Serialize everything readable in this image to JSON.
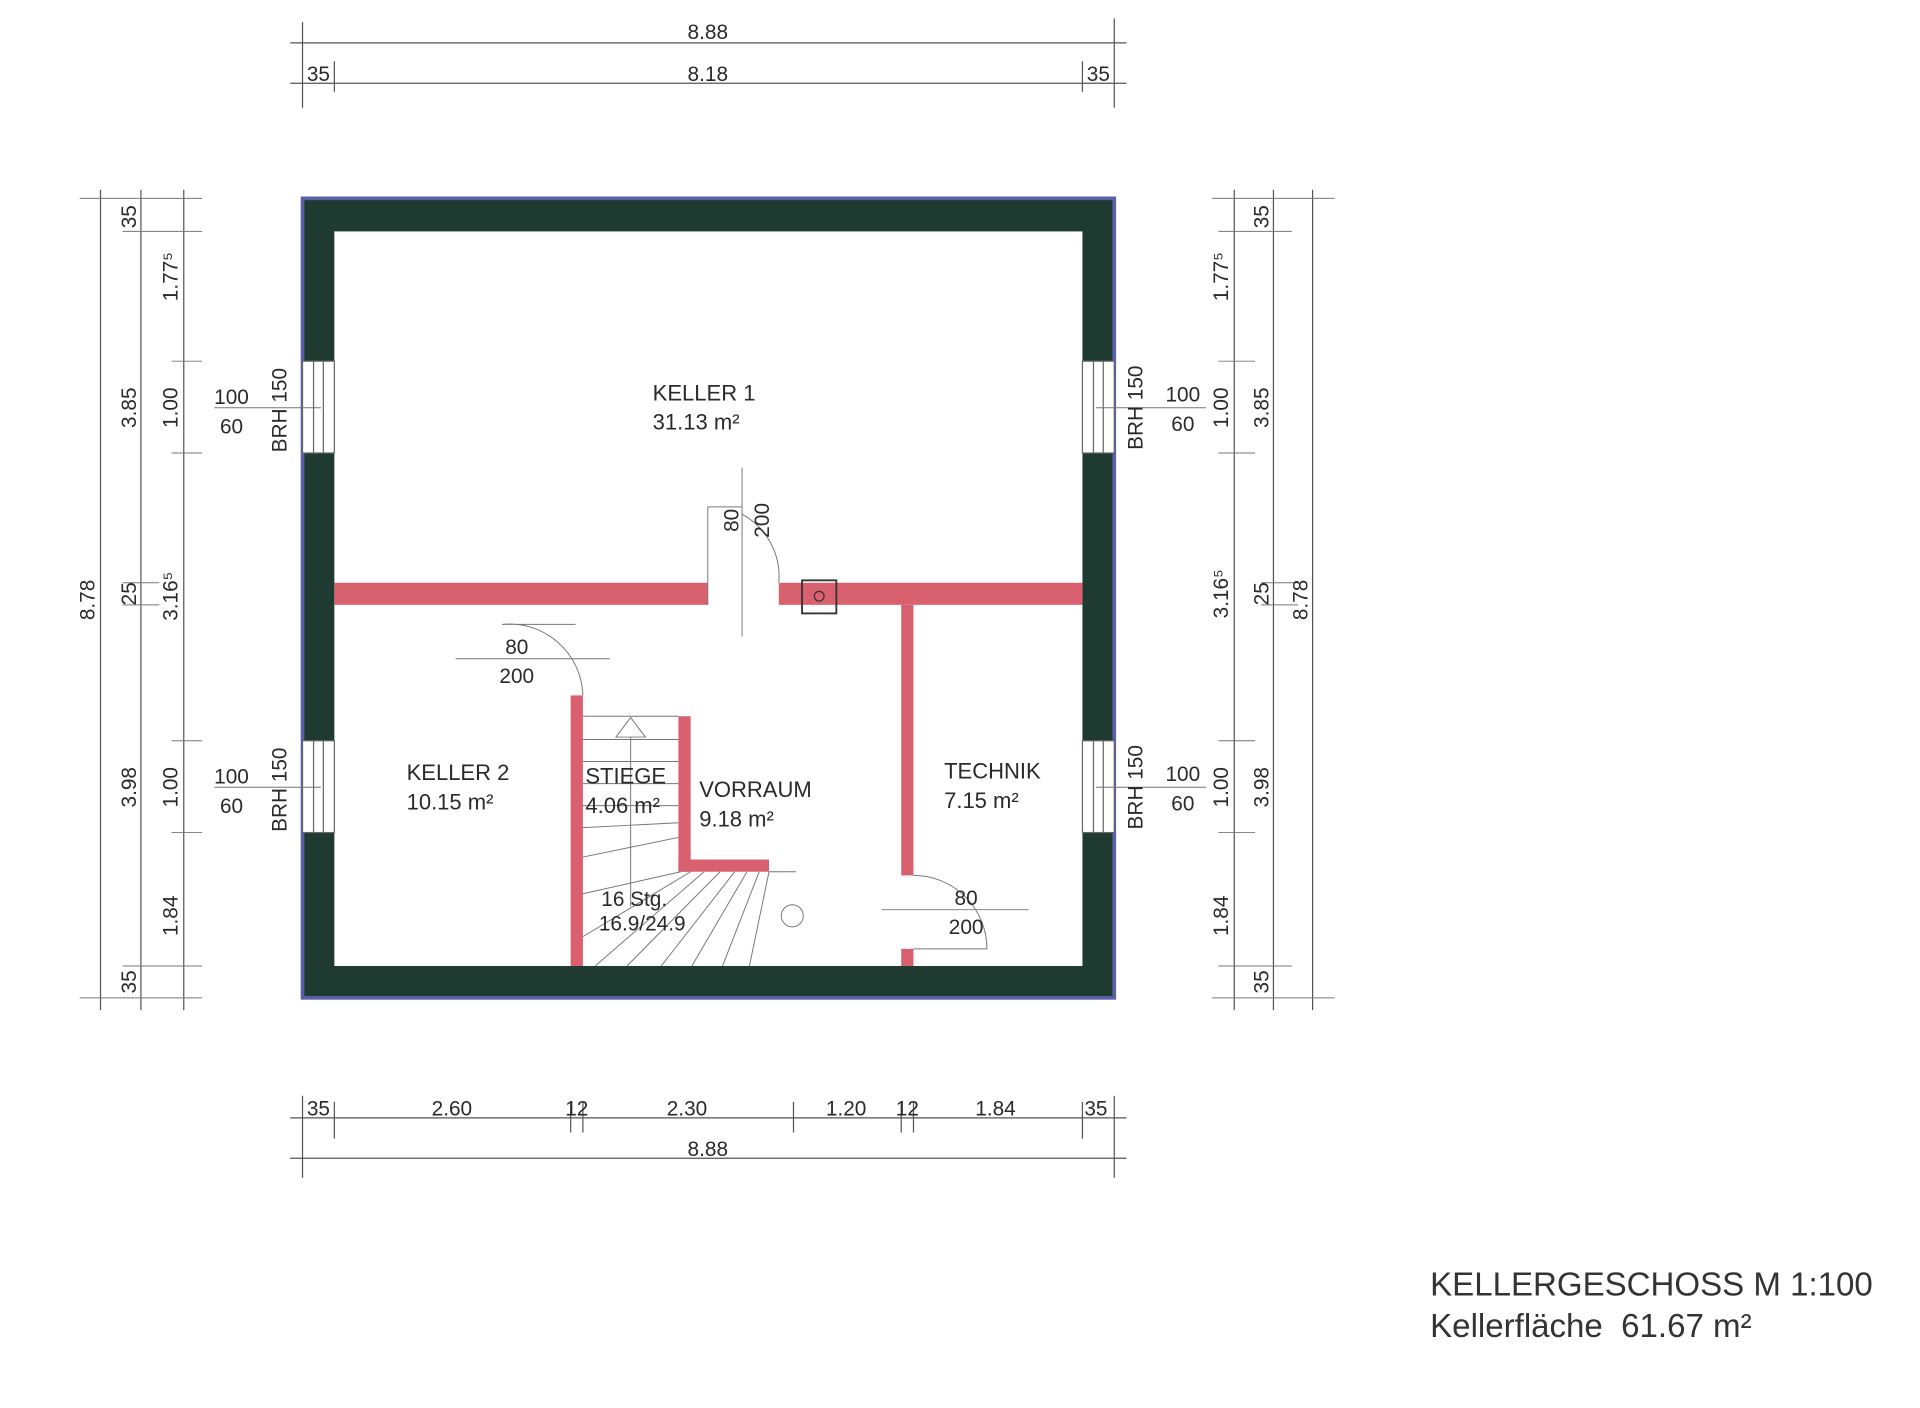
{
  "drawing": {
    "title": "KELLERGESCHOSS M 1:100",
    "area_label": "Kellerfläche  61.67 m²",
    "colors": {
      "outer_wall": "#1f3b31",
      "outline": "#5a5fa8",
      "inner_wall": "#d9606e"
    }
  },
  "rooms": [
    {
      "name": "KELLER 1",
      "area": "31.13 m²"
    },
    {
      "name": "KELLER 2",
      "area": "10.15 m²"
    },
    {
      "name": "STIEGE",
      "area": "4.06 m²"
    },
    {
      "name": "VORRAUM",
      "area": "9.18 m²"
    },
    {
      "name": "TECHNIK",
      "area": "7.15 m²"
    }
  ],
  "stairs": {
    "steps": "16 Stg.",
    "ratio": "16.9/24.9"
  },
  "doors": {
    "width": "80",
    "height": "200"
  },
  "windows": {
    "width": "100",
    "height": "60",
    "sill": "BRH 150"
  },
  "dimensions": {
    "top_total": "8.88",
    "top_row": [
      "35",
      "8.18",
      "35"
    ],
    "bottom_row": [
      "35",
      "2.60",
      "12",
      "2.30",
      "1.20",
      "12",
      "1.84",
      "35"
    ],
    "bottom_total": "8.88",
    "side_total": "8.78",
    "side_outer": [
      "35",
      "3.85",
      "25",
      "3.98",
      "35"
    ],
    "side_inner": [
      "1.77⁵",
      "1.00",
      "3.16⁵",
      "1.00",
      "1.84"
    ]
  }
}
